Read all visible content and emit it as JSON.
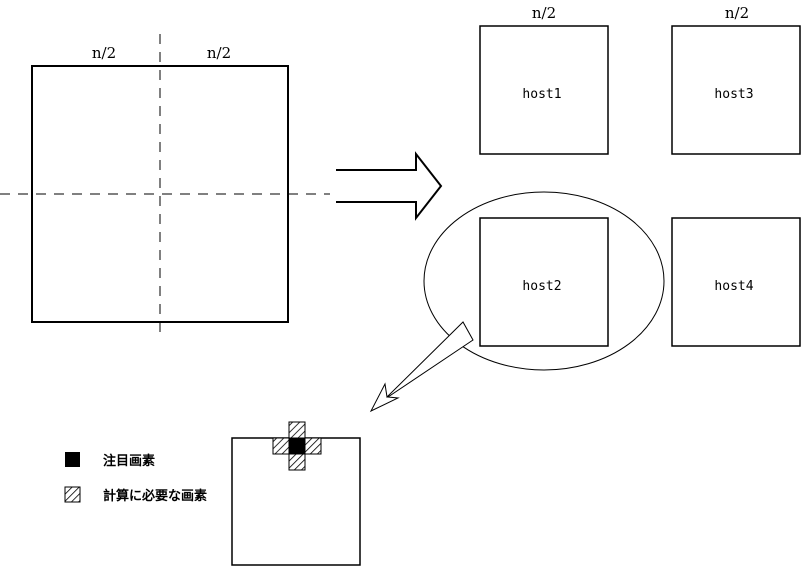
{
  "source_grid": {
    "top_labels": [
      "n/2",
      "n/2"
    ]
  },
  "hosts_header": [
    "n/2",
    "n/2"
  ],
  "hosts": [
    {
      "id": "host1",
      "label": "host1"
    },
    {
      "id": "host2",
      "label": "host2"
    },
    {
      "id": "host3",
      "label": "host3"
    },
    {
      "id": "host4",
      "label": "host4"
    }
  ],
  "legend": {
    "focus_pixel": "注目画素",
    "required_pixels": "計算に必要な画素"
  }
}
